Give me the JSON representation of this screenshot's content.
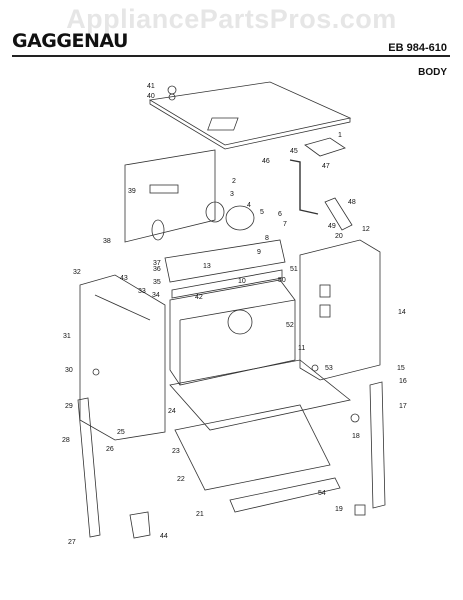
{
  "watermark": "AppliancePartsPros.com",
  "brand": "GAGGENAU",
  "model": "EB 984-610",
  "section": "BODY",
  "callouts": [
    "1",
    "2",
    "3",
    "4",
    "5",
    "6",
    "7",
    "8",
    "9",
    "10",
    "11",
    "12",
    "13",
    "14",
    "15",
    "16",
    "17",
    "18",
    "19",
    "20",
    "21",
    "22",
    "23",
    "24",
    "25",
    "26",
    "27",
    "28",
    "29",
    "30",
    "31",
    "32",
    "33",
    "34",
    "35",
    "36",
    "37",
    "38",
    "39",
    "40",
    "41",
    "42",
    "43",
    "44",
    "45",
    "46",
    "47",
    "48",
    "49",
    "50",
    "51",
    "52",
    "53",
    "54"
  ]
}
